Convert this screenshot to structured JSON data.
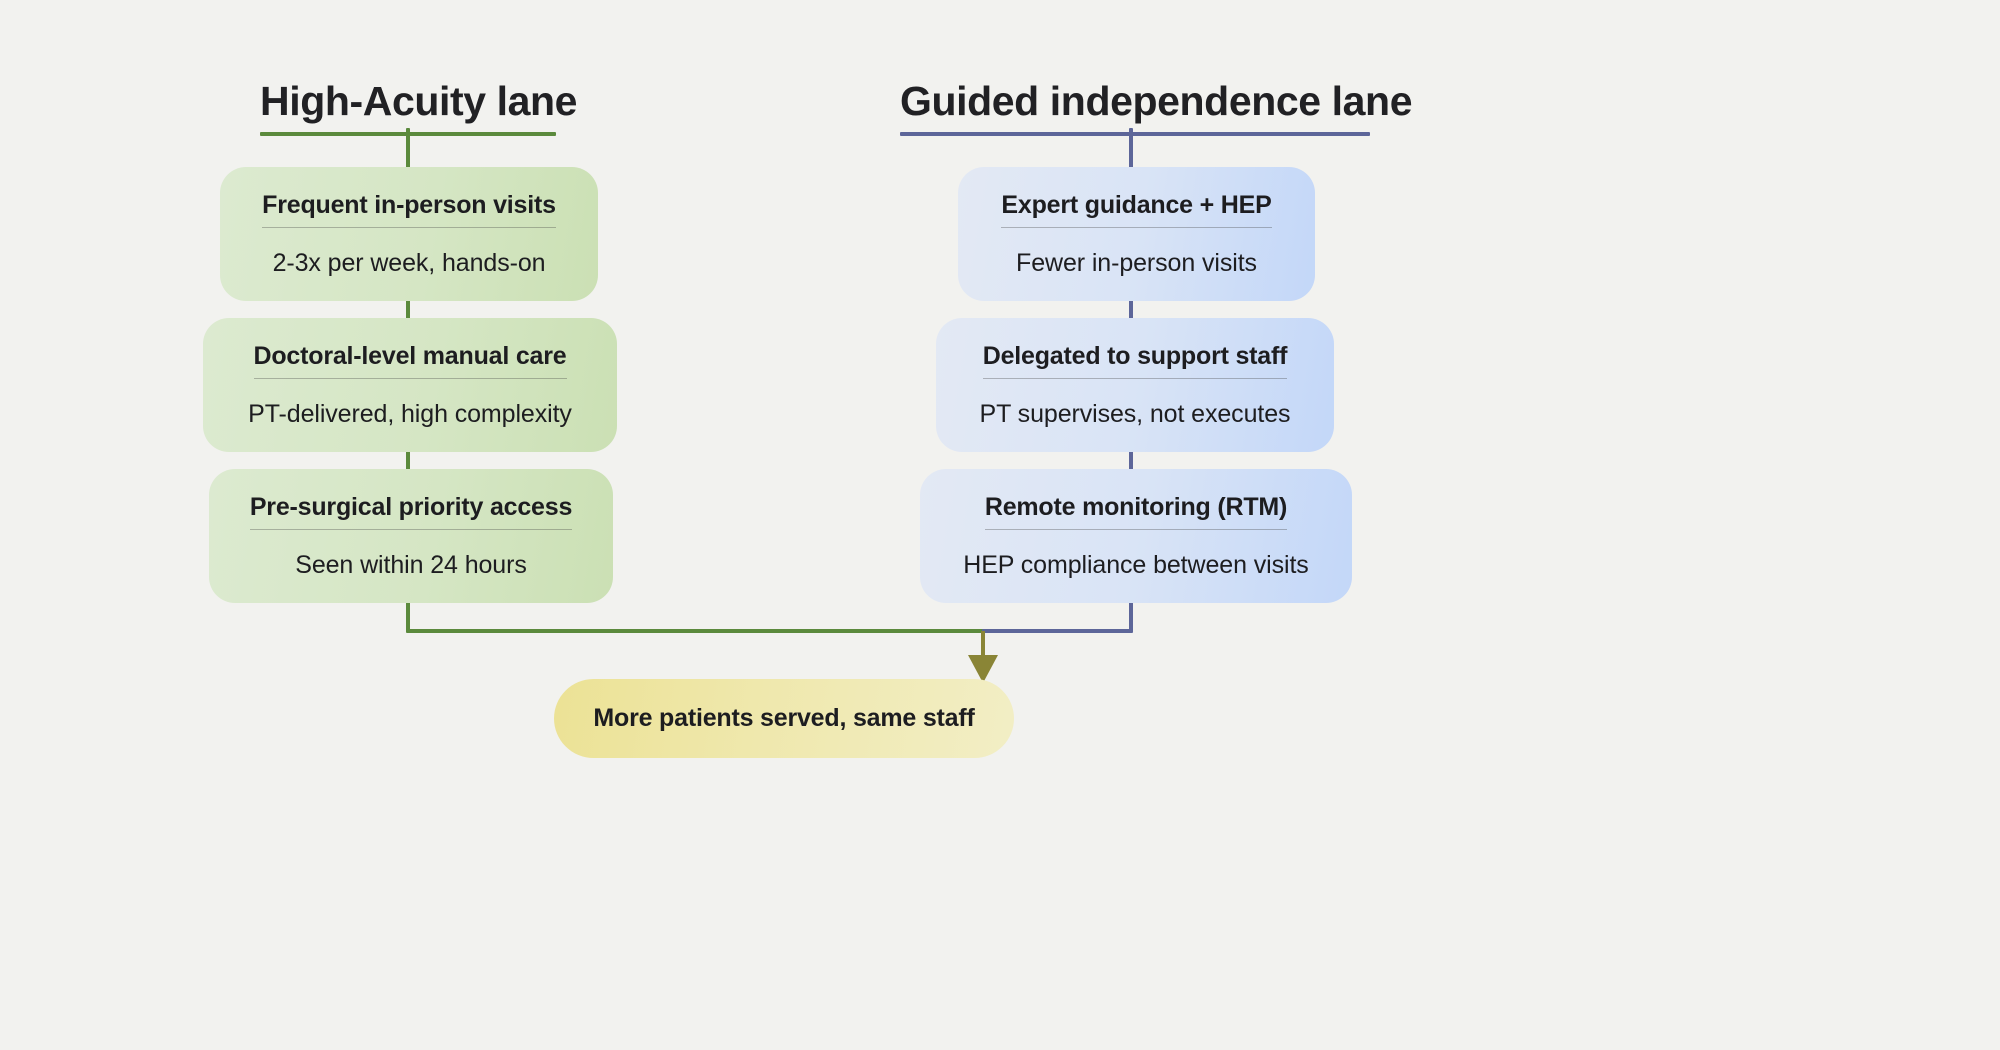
{
  "diagram": {
    "title_text": "",
    "background_color": "#f2f2ef"
  },
  "lanes": [
    {
      "id": "high-acuity",
      "label": "High-Acuity lane",
      "accent_color": "#5b8a3c",
      "card_gradient_from": "#dcead0",
      "card_gradient_to": "#cbe0b4",
      "cards": [
        {
          "heading": "Frequent in-person visits",
          "detail": "2-3x per week, hands-on"
        },
        {
          "heading": "Doctoral-level manual care",
          "detail": "PT-delivered, high complexity"
        },
        {
          "heading": "Pre-surgical priority access",
          "detail": "Seen within 24 hours"
        }
      ]
    },
    {
      "id": "guided-independence",
      "label": "Guided independence lane",
      "accent_color": "#5d6699",
      "card_gradient_from": "#e3e9f4",
      "card_gradient_to": "#c3d7f8",
      "cards": [
        {
          "heading": "Expert guidance + HEP",
          "detail": "Fewer in-person visits"
        },
        {
          "heading": "Delegated to support staff",
          "detail": "PT supervises, not executes"
        },
        {
          "heading": "Remote monitoring (RTM)",
          "detail": "HEP compliance between visits"
        }
      ]
    }
  ],
  "outcome": {
    "label": "More patients served, same staff",
    "arrow_color": "#8a8536",
    "pill_gradient_from": "#ece295",
    "pill_gradient_to": "#f2eec5"
  }
}
